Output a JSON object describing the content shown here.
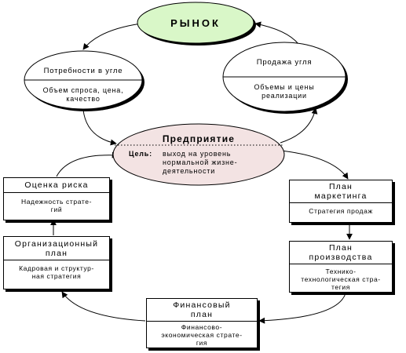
{
  "market": {
    "label": "РЫНОК",
    "fill": "#d9f7c8"
  },
  "needs": {
    "title": "Потребности в угле",
    "subtitle_1": "Объем спроса, цена,",
    "subtitle_2": "качество"
  },
  "sales": {
    "title": "Продажа угля",
    "subtitle_1": "Объемы и цены",
    "subtitle_2": "реализации"
  },
  "enterprise": {
    "title": "Предприятие",
    "goal_label": "Цель:",
    "goal_1": "выход на уровень",
    "goal_2": "нормальной жизне-",
    "goal_3": "деятельности",
    "fill": "#f3e3e3"
  },
  "risk": {
    "title": "Оценка риска",
    "subtitle_1": "Надежность страте-",
    "subtitle_2": "гий"
  },
  "org_plan": {
    "title_1": "Организационный",
    "title_2": "план",
    "subtitle_1": "Кадровая и структур-",
    "subtitle_2": "ная стратегия"
  },
  "marketing_plan": {
    "title_1": "План",
    "title_2": "маркетинга",
    "subtitle_1": "Стратегия продаж"
  },
  "production_plan": {
    "title_1": "План",
    "title_2": "производства",
    "subtitle_1": "Технико-",
    "subtitle_2": "технологическая стра-",
    "subtitle_3": "тегия"
  },
  "financial_plan": {
    "title_1": "Финансовый",
    "title_2": "план",
    "subtitle_1": "Финансово-",
    "subtitle_2": "экономическая страте-",
    "subtitle_3": "гия"
  }
}
